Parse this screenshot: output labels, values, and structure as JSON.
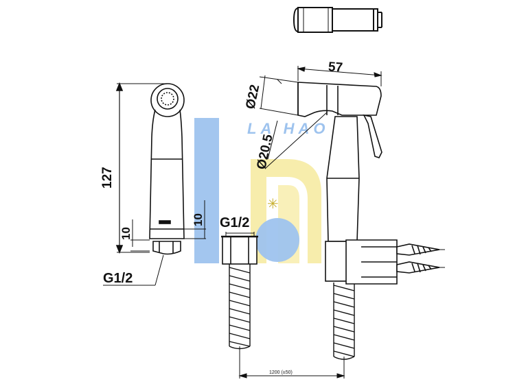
{
  "dimensions": {
    "width_57": "57",
    "diameter_22": "Ø22",
    "diameter_20_5": "Ø20.5",
    "height_127": "127",
    "gap_10_left": "10",
    "gap_10_right": "10",
    "thread_left": "G1/2",
    "thread_right": "G1/2",
    "hose_length": "1200 (±50)"
  },
  "watermark": {
    "text": "LA HAO",
    "colors": {
      "blue": "#9ec3ee",
      "yellow": "#f7eca8",
      "star": "#c8b030"
    }
  },
  "colors": {
    "line": "#111111",
    "background": "#ffffff"
  }
}
